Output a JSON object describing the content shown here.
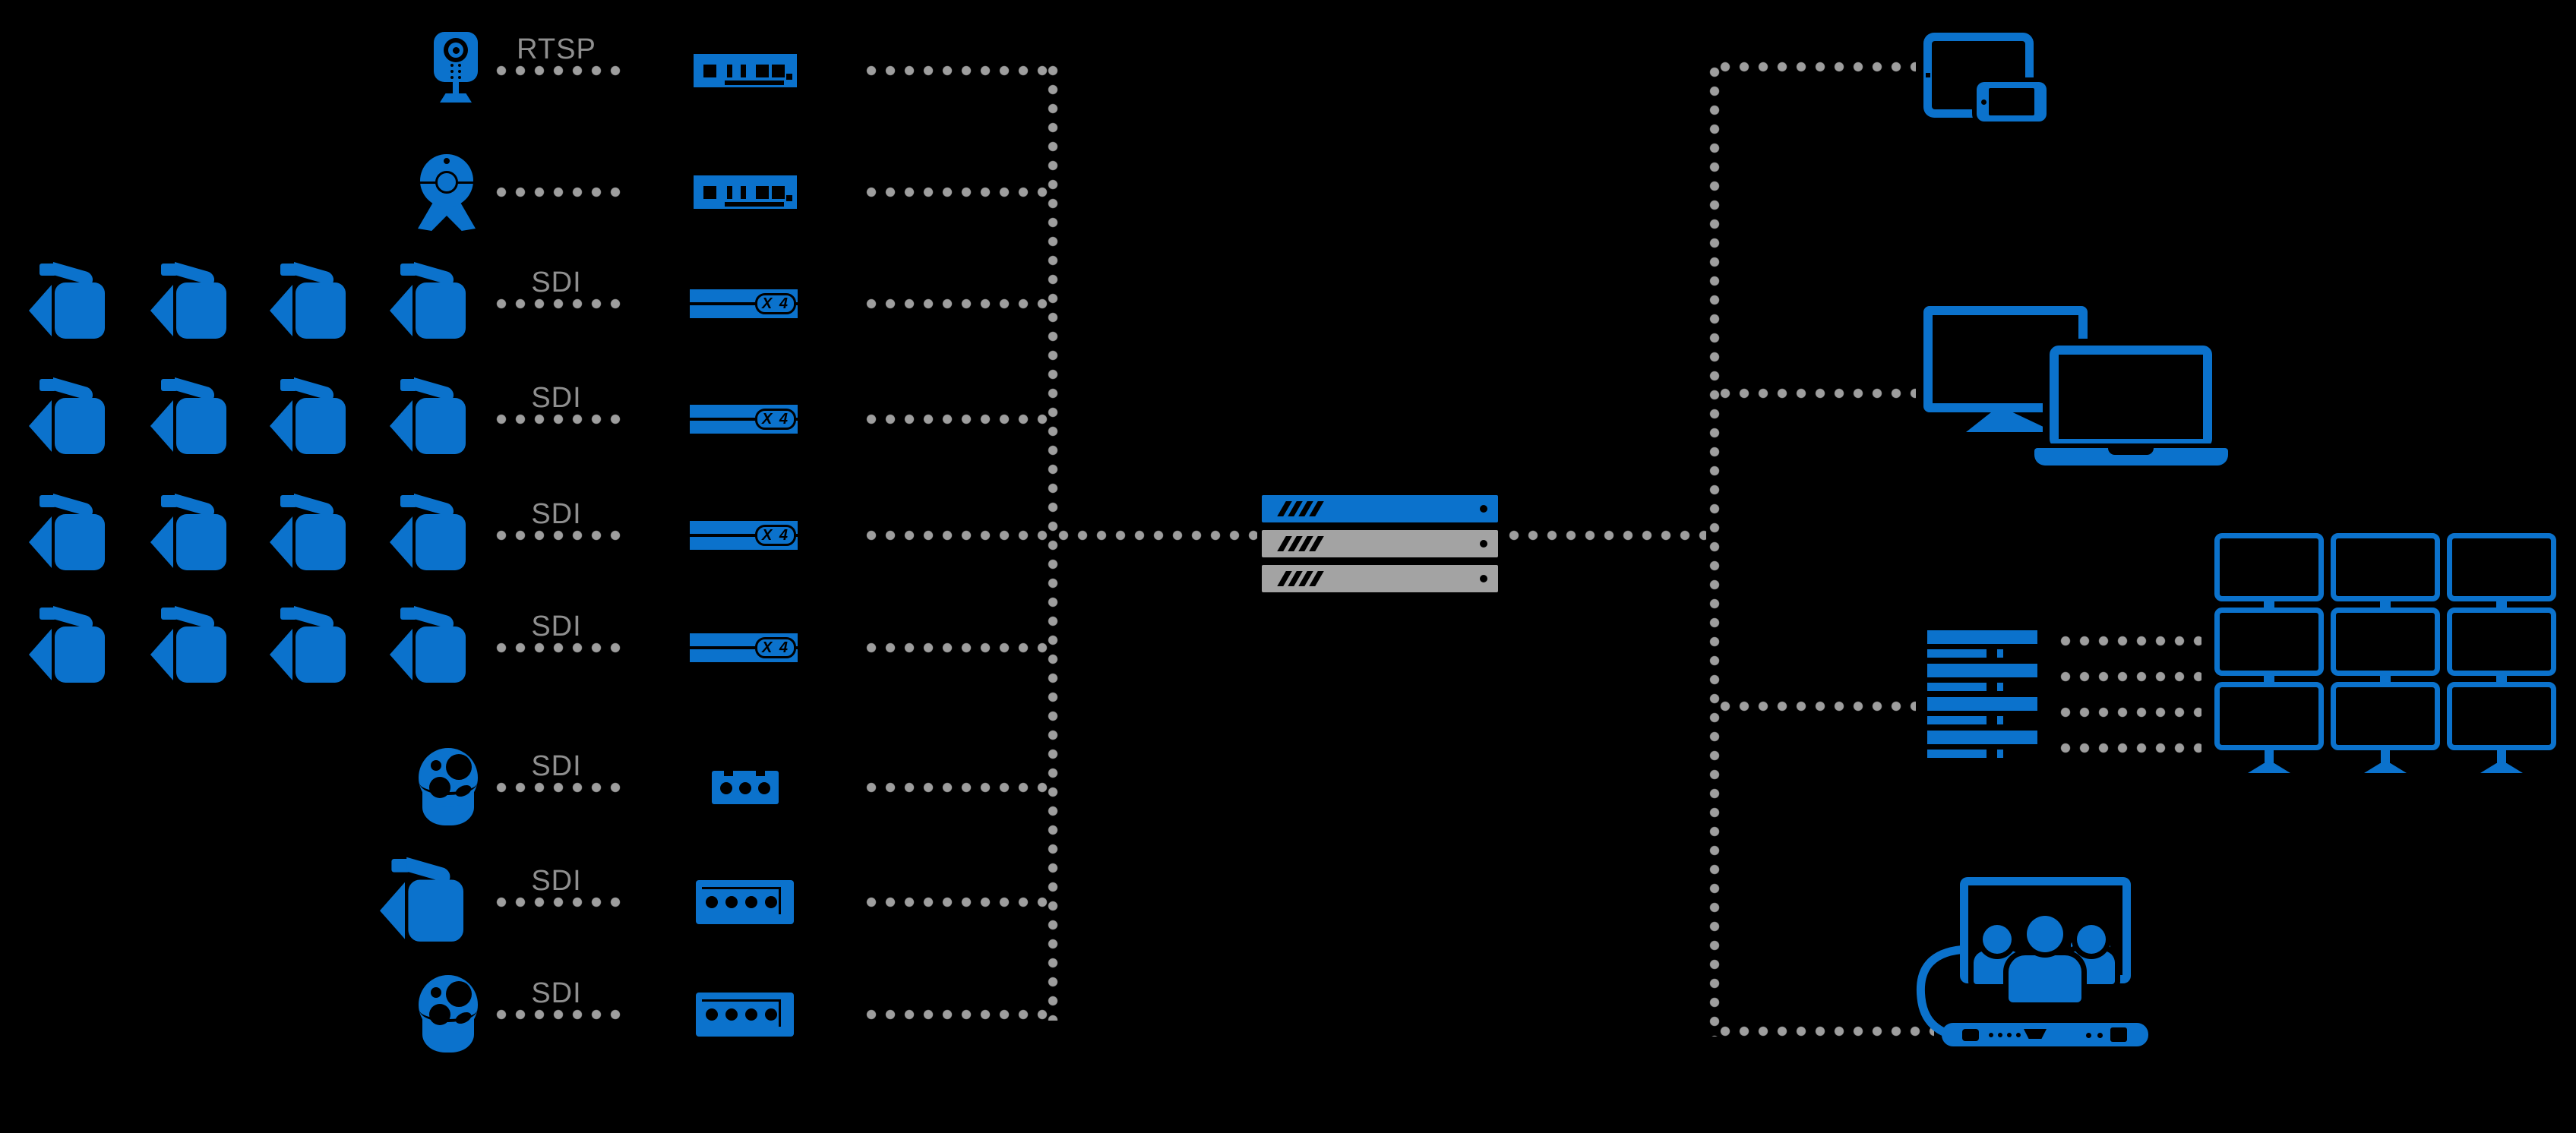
{
  "diagram": {
    "background_color": "#000000",
    "accent_color": "#0b72cc",
    "connector_color": "#9e9e9e",
    "label_color": "#8f8f8f",
    "server_secondary_color": "#a3a3a3",
    "source_rows": [
      {
        "protocol": "RTSP",
        "source": "ip-camera",
        "encoder": "streaming-encoder"
      },
      {
        "protocol": "",
        "source": "usb-webcam",
        "encoder": "streaming-encoder"
      },
      {
        "protocol": "SDI",
        "source": "camcorder-group-of-4",
        "encoder": "4-channel-encoder",
        "badge": "X 4"
      },
      {
        "protocol": "SDI",
        "source": "camcorder-group-of-4",
        "encoder": "4-channel-encoder",
        "badge": "X 4"
      },
      {
        "protocol": "SDI",
        "source": "camcorder-group-of-4",
        "encoder": "4-channel-encoder",
        "badge": "X 4"
      },
      {
        "protocol": "SDI",
        "source": "camcorder-group-of-4",
        "encoder": "4-channel-encoder",
        "badge": "X 4"
      },
      {
        "protocol": "SDI",
        "source": "ptz-dome-camera",
        "encoder": "compact-encoder"
      },
      {
        "protocol": "SDI",
        "source": "camcorder",
        "encoder": "portable-encoder"
      },
      {
        "protocol": "SDI",
        "source": "ptz-dome-camera",
        "encoder": "portable-encoder"
      }
    ],
    "center": {
      "device": "media-server-stack",
      "units": 3,
      "unit_colors": [
        "#0b72cc",
        "#a3a3a3",
        "#a3a3a3"
      ]
    },
    "outputs": [
      {
        "device": "tablet-and-phone"
      },
      {
        "device": "desktop-monitor-and-laptop"
      },
      {
        "device": "decoder-rack-to-video-wall",
        "video_wall_grid": "3x3"
      },
      {
        "device": "video-conference-system"
      }
    ]
  }
}
